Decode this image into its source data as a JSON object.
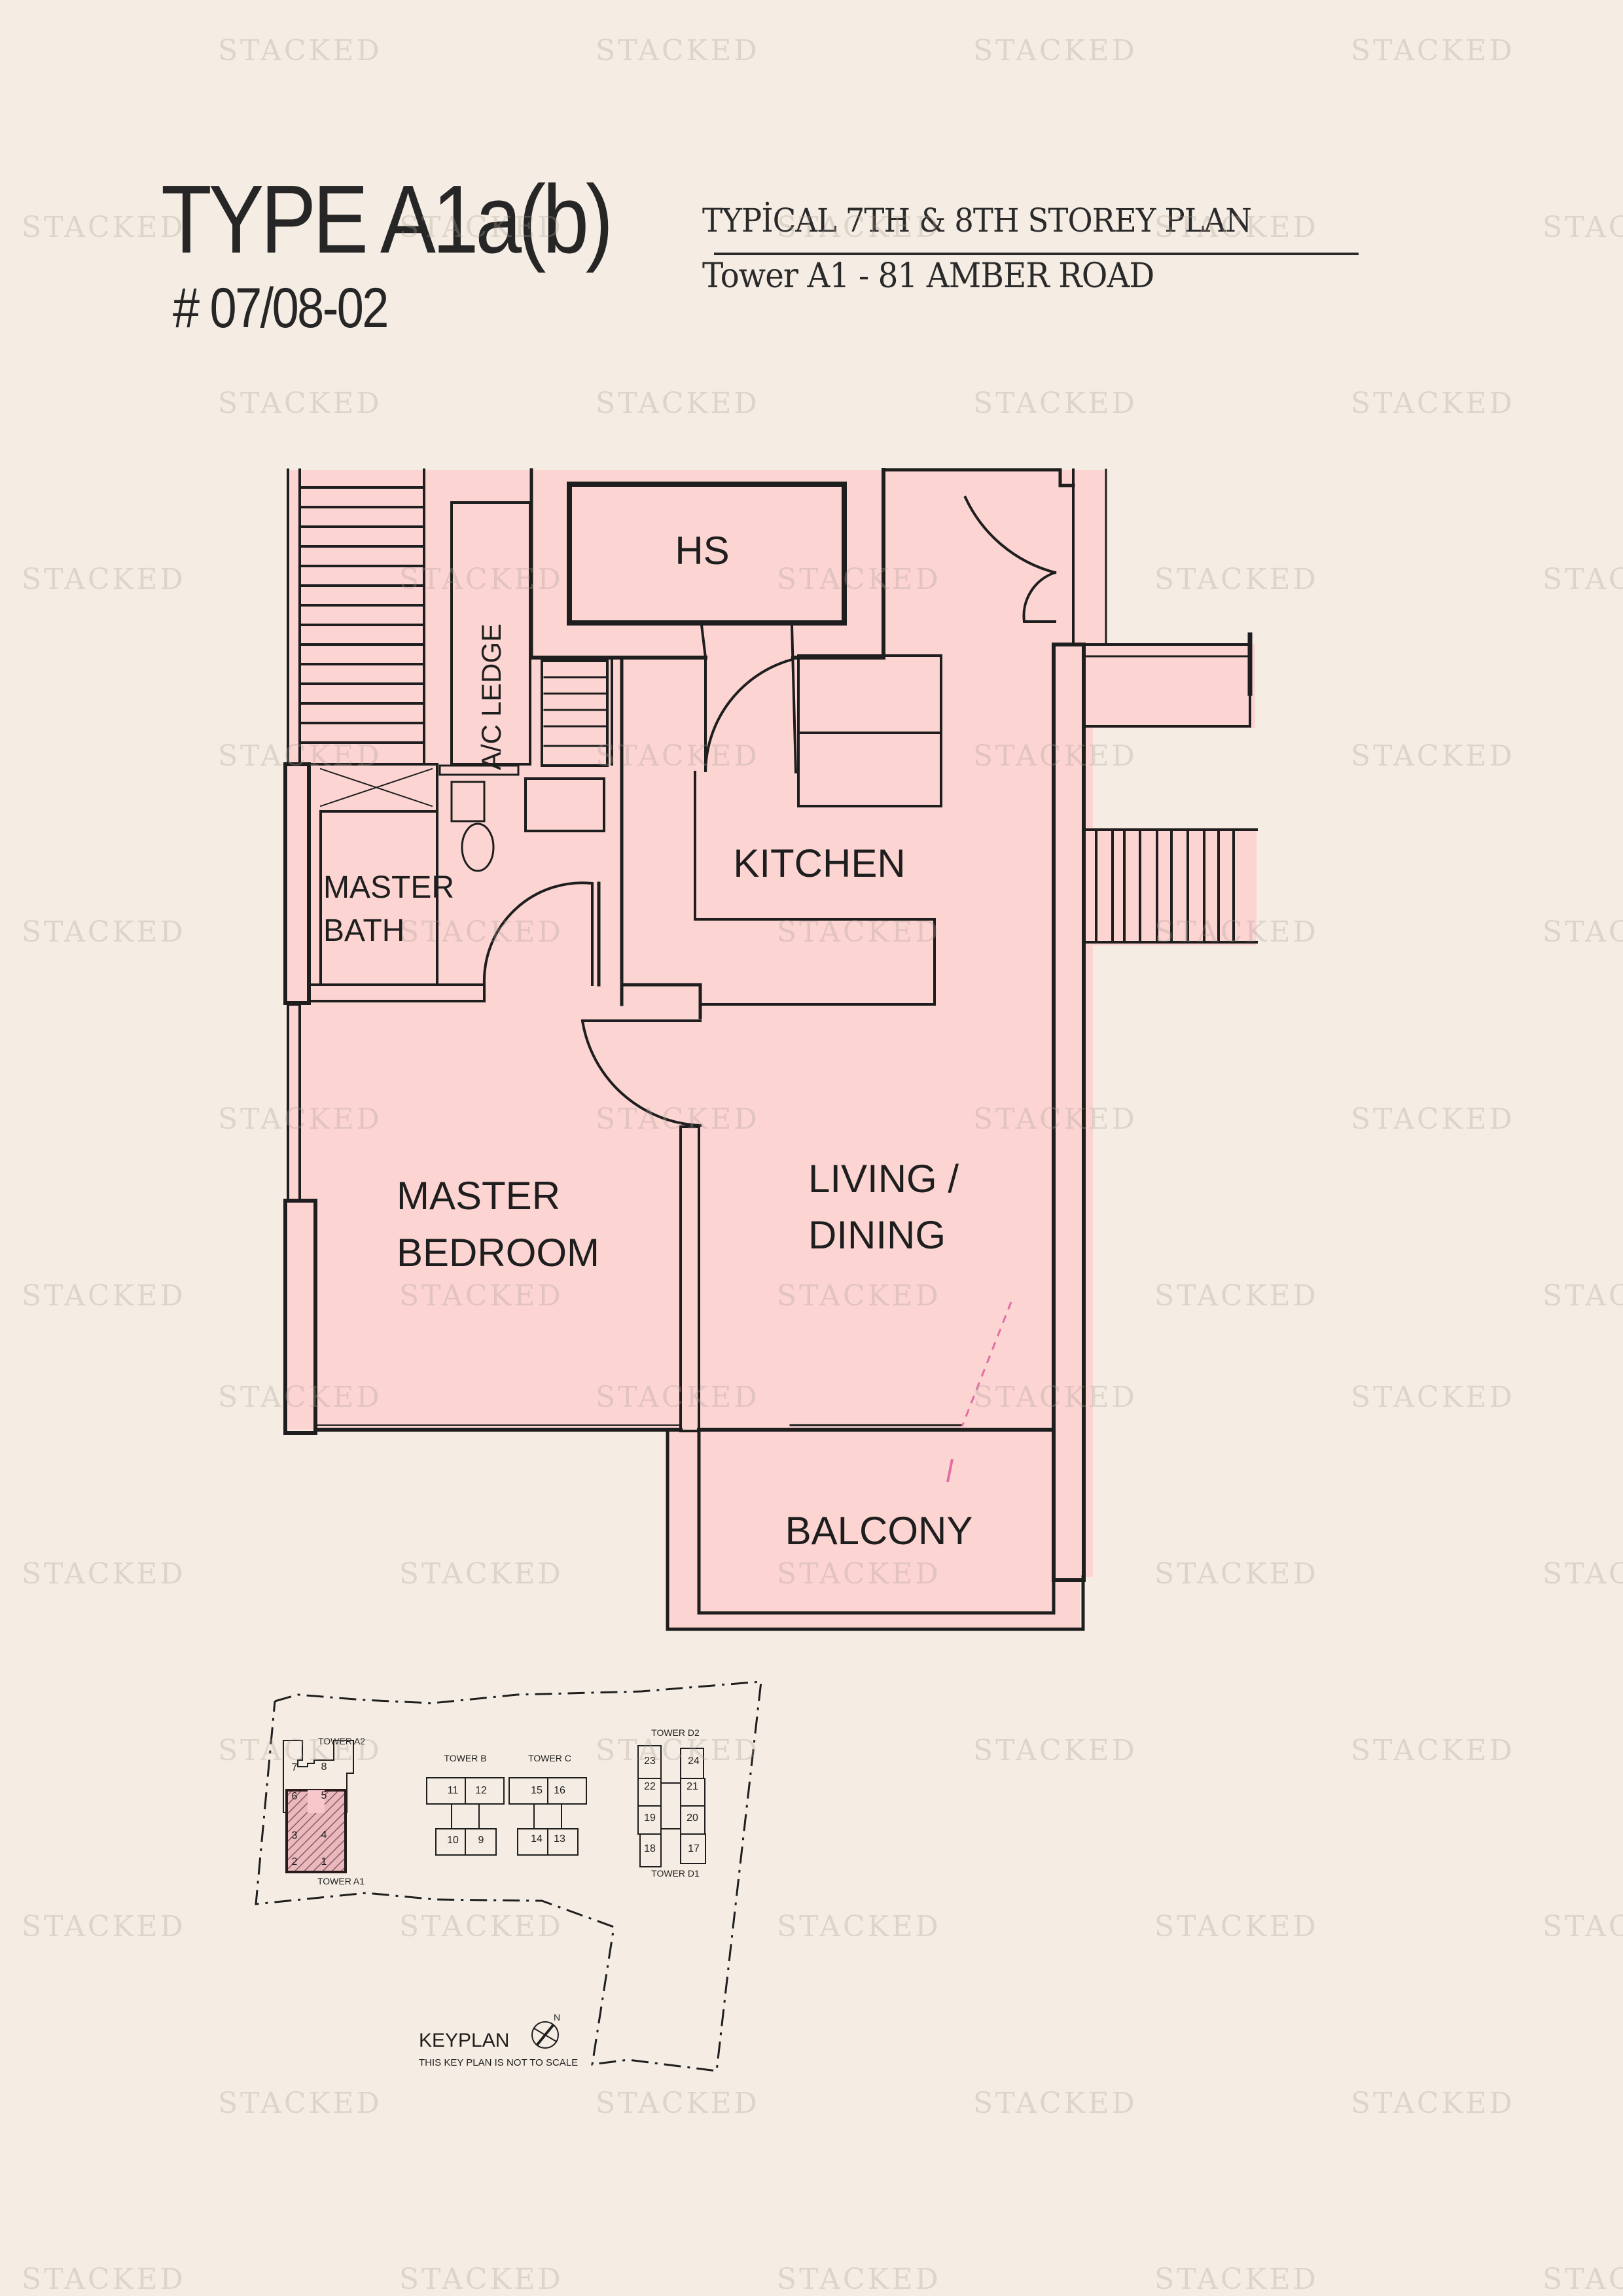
{
  "header": {
    "unit_type": "TYPE A1a(b)",
    "unit_number": "# 07/08-02",
    "plan_title": "TYPİCAL 7TH & 8TH STOREY PLAN",
    "tower_address": "Tower A1 - 81 AMBER ROAD"
  },
  "watermark": {
    "text": "STACKED",
    "color": "#d8d0c8"
  },
  "colors": {
    "background": "#f5ede4",
    "unit_fill": "#fcd5d3",
    "line": "#1e1e1e",
    "highlight_hatch": "#c98c92"
  },
  "floorplan": {
    "rooms": [
      {
        "id": "hs",
        "label": "HS"
      },
      {
        "id": "ac-ledge",
        "label": "A/C LEDGE"
      },
      {
        "id": "kitchen",
        "label": "KITCHEN"
      },
      {
        "id": "master-bath",
        "label_line1": "MASTER",
        "label_line2": "BATH"
      },
      {
        "id": "master-bedroom",
        "label_line1": "MASTER",
        "label_line2": "BEDROOM"
      },
      {
        "id": "living-dining",
        "label_line1": "LIVING /",
        "label_line2": "DINING"
      },
      {
        "id": "balcony",
        "label": "BALCONY"
      }
    ]
  },
  "keyplan": {
    "title": "KEYPLAN",
    "note": "THIS KEY PLAN IS NOT TO SCALE",
    "north_label": "N",
    "towers": [
      {
        "name": "TOWER A2",
        "units": [
          "7",
          "8",
          "6",
          "5"
        ]
      },
      {
        "name": "TOWER A1",
        "units": [
          "3",
          "4",
          "2",
          "1"
        ],
        "highlighted": true
      },
      {
        "name": "TOWER B",
        "units": [
          "11",
          "12",
          "10",
          "9"
        ]
      },
      {
        "name": "TOWER C",
        "units": [
          "15",
          "16",
          "14",
          "13"
        ]
      },
      {
        "name": "TOWER D2",
        "units": [
          "23",
          "24",
          "22",
          "21"
        ]
      },
      {
        "name": "TOWER D1",
        "units": [
          "19",
          "20",
          "18",
          "17"
        ]
      }
    ]
  }
}
